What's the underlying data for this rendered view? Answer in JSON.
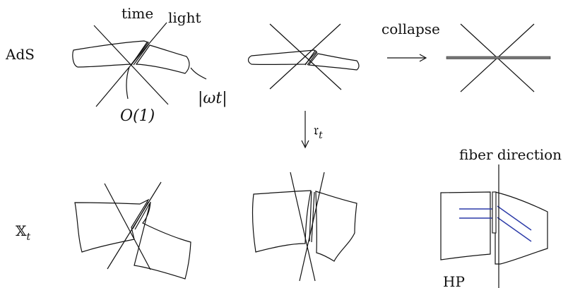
{
  "labels": {
    "ads": "AdS",
    "xt_symbol": "𝕏",
    "xt_sub": "t",
    "time": "time",
    "light": "light",
    "o1": "O(1)",
    "omega_t": "|ωt|",
    "collapse": "collapse",
    "rt_symbol": "𝔯",
    "rt_sub": "t",
    "fiber_direction": "fiber direction",
    "hp": "HP"
  },
  "colors": {
    "ads_fill": "#eef8fa",
    "xt1_fill": "#eef1fb",
    "xt2_fill": "#f4ecfb",
    "hp_fill": "#fde8e8",
    "hp_lines": "#2b3aa8",
    "stroke": "#111111",
    "collapsed_line": "#777777"
  }
}
